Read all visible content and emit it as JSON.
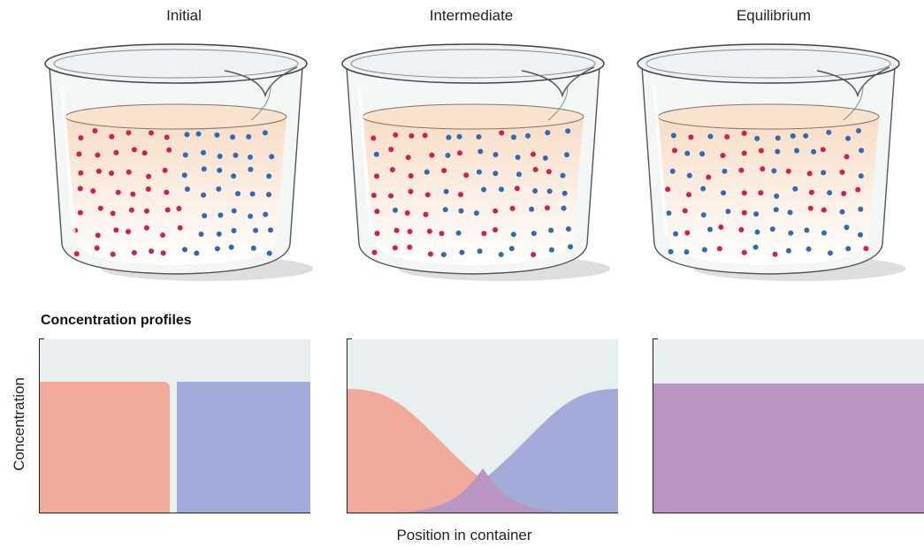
{
  "stages": [
    {
      "label": "Initial"
    },
    {
      "label": "Intermediate"
    },
    {
      "label": "Equilibrium"
    }
  ],
  "section_title": "Concentration profiles",
  "axis": {
    "ylabel": "Concentration",
    "xlabel": "Position in container"
  },
  "colors": {
    "red_particle": "#d41d4f",
    "blue_particle": "#2f6bb0",
    "red_profile": "#f0a99b",
    "blue_profile": "#a3acd8",
    "mixed_profile": "#b995c2",
    "panel_bg": "#e7f0ee",
    "liquid_top": "#f7dcc6"
  }
}
